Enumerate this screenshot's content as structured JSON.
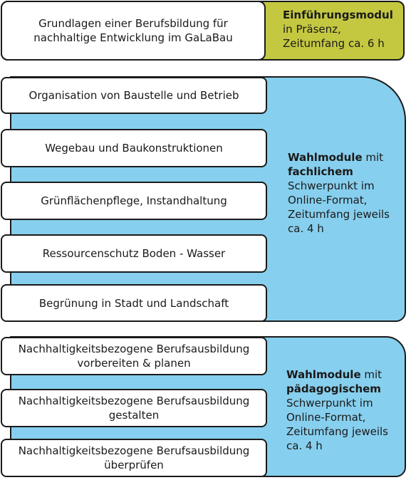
{
  "colors": {
    "intro": "#c4c840",
    "elective": "#87cfee",
    "border": "#1a1a1a"
  },
  "intro": {
    "module": "Grundlagen einer Berufsbildung für\nnachhaltige Entwicklung im GaLaBau",
    "label_bold": "Einführungsmodul",
    "label_rest": "\nin Präsenz,\nZeitumfang ca. 6 h"
  },
  "technical": {
    "modules": [
      "Organisation von Baustelle und Betrieb",
      "Wegebau und Baukonstruktionen",
      "Grünflächenpflege, Instandhaltung",
      "Ressourcenschutz Boden -  Wasser",
      "Begrünung in Stadt und Landschaft"
    ],
    "label_bold_1": "Wahlmodule",
    "label_mid": " mit\n",
    "label_bold_2": "fachlichem",
    "label_rest": "\nSchwerpunkt im\nOnline-Format,\nZeitumfang jeweils\nca. 4 h"
  },
  "pedagogical": {
    "modules": [
      "Nachhaltigkeitsbezogene Berufsausbildung\nvorbereiten & planen",
      "Nachhaltigkeitsbezogene Berufsausbildung\ngestalten",
      "Nachhaltigkeitsbezogene Berufsausbildung\nüberprüfen"
    ],
    "label_bold_1": "Wahlmodule",
    "label_mid": " mit\n",
    "label_bold_2": "pädagogischem",
    "label_rest": "\nSchwerpunkt im\nOnline-Format,\nZeitumfang jeweils\nca. 4 h"
  }
}
